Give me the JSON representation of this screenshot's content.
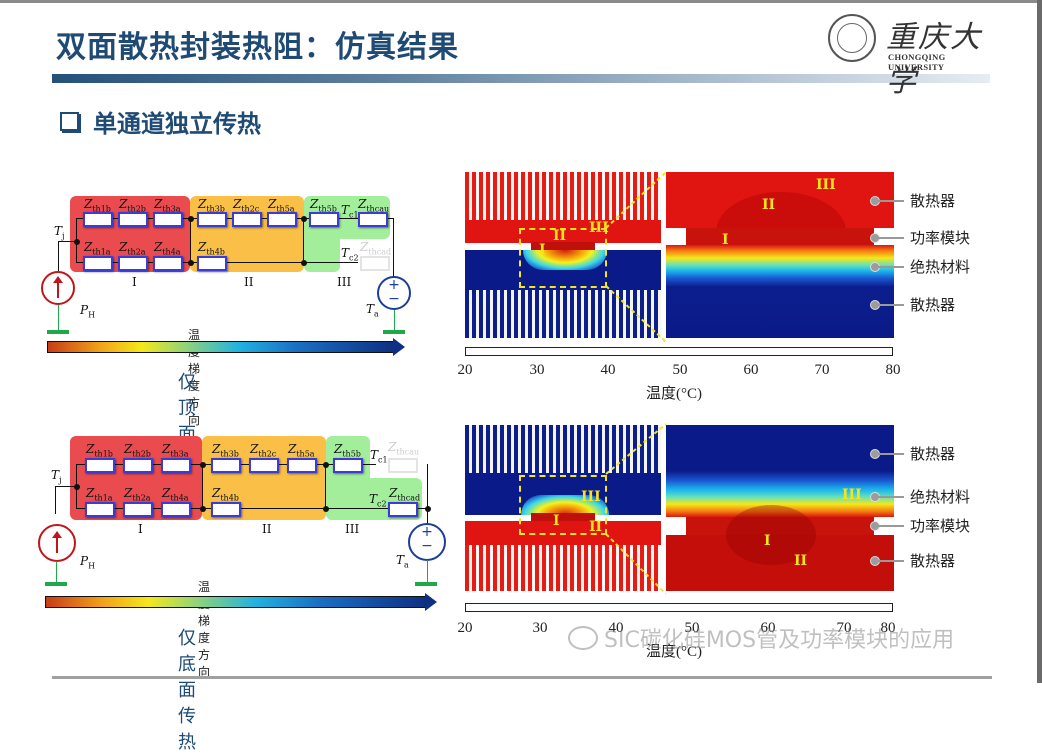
{
  "header": {
    "title": "双面散热封装热阻：仿真结果",
    "logo": {
      "cn": "重庆大学",
      "en": "CHONGQING UNIVERSITY"
    }
  },
  "section": {
    "title": "单通道独立传热"
  },
  "diagrams": [
    {
      "caption": "仅顶面传热",
      "gradient_label": "温度梯度方向",
      "regions": [
        "I",
        "II",
        "III"
      ],
      "top_row": [
        "Z",
        "Z",
        "Z",
        "Z",
        "Z",
        "Z",
        "Z",
        "Z"
      ],
      "labels": {
        "tj": "T",
        "tj_sub": "j",
        "ph": "P",
        "ph_sub": "H",
        "ta": "T",
        "ta_sub": "a",
        "tc1": "T",
        "tc1_sub": "c1",
        "tc2": "T",
        "tc2_sub": "c2",
        "z1b": "th1b",
        "z2b": "th2b",
        "z3a": "th3a",
        "z3b": "th3b",
        "z2c": "th2c",
        "z5a": "th5a",
        "z5b": "th5b",
        "zcau": "thcau",
        "z1a": "th1a",
        "z2a": "th2a",
        "z4a": "th4a",
        "z4b": "th4b",
        "zcad": "thcad"
      }
    },
    {
      "caption": "仅底面传热",
      "gradient_label": "温度梯度方向",
      "regions": [
        "I",
        "II",
        "III"
      ]
    }
  ],
  "simulations": [
    {
      "region_labels": {
        "left_I": "I",
        "left_II": "II",
        "left_III": "III",
        "right_I": "I",
        "right_II": "II",
        "right_III": "III"
      },
      "legend": [
        "散热器",
        "功率模块",
        "绝热材料",
        "散热器"
      ]
    },
    {
      "region_labels": {
        "left_I": "I",
        "left_II": "II",
        "left_III": "III",
        "right_I": "I",
        "right_II": "II",
        "right_III": "III"
      },
      "legend": [
        "散热器",
        "绝热材料",
        "功率模块",
        "散热器"
      ]
    }
  ],
  "colorbar": {
    "ticks": [
      "20",
      "30",
      "40",
      "50",
      "60",
      "70",
      "80"
    ],
    "label": "温度(°C)"
  },
  "watermark": "SIC碳化硅MOS管及功率模块的应用"
}
